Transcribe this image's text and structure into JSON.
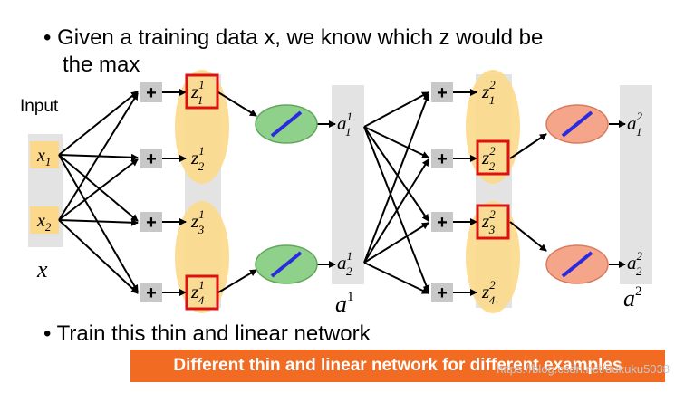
{
  "bullets": {
    "line1": "Given a training data x, we know which z would be",
    "line2": "the max",
    "line3": "Train this thin and linear network"
  },
  "diagram": {
    "input_label": "Input",
    "x_label": "x",
    "a1_label": "a",
    "a1_label_sup": "1",
    "a2_label": "a",
    "a2_label_sup": "2",
    "inputs": [
      {
        "base": "x",
        "sub": "1"
      },
      {
        "base": "x",
        "sub": "2"
      }
    ],
    "plus_symbol": "+",
    "layer1": {
      "z": [
        {
          "base": "z",
          "sup": "1",
          "sub": "1",
          "selected": true
        },
        {
          "base": "z",
          "sup": "1",
          "sub": "2",
          "selected": false
        },
        {
          "base": "z",
          "sup": "1",
          "sub": "3",
          "selected": false
        },
        {
          "base": "z",
          "sup": "1",
          "sub": "4",
          "selected": true
        }
      ],
      "a": [
        {
          "base": "a",
          "sup": "1",
          "sub": "1"
        },
        {
          "base": "a",
          "sup": "1",
          "sub": "2"
        }
      ]
    },
    "layer2": {
      "z": [
        {
          "base": "z",
          "sup": "2",
          "sub": "1",
          "selected": false
        },
        {
          "base": "z",
          "sup": "2",
          "sub": "2",
          "selected": true
        },
        {
          "base": "z",
          "sup": "2",
          "sub": "3",
          "selected": true
        },
        {
          "base": "z",
          "sup": "2",
          "sub": "4",
          "selected": false
        }
      ],
      "a": [
        {
          "base": "a",
          "sup": "2",
          "sub": "1"
        },
        {
          "base": "a",
          "sup": "2",
          "sub": "2"
        }
      ]
    }
  },
  "colors": {
    "highlight_yellow": "#fcd98a",
    "gray_column": "#e3e3e3",
    "plus_box": "#c8c8c8",
    "selected_border": "#e01010",
    "green_neuron": "#8fd18a",
    "orange_neuron": "#f4a58a",
    "line_blue": "#2a2ae0",
    "banner": "#f26b22"
  },
  "banner_text": "Different thin and linear network for different examples",
  "watermark_text": "https://blog.csdn.net/dukuku5038"
}
